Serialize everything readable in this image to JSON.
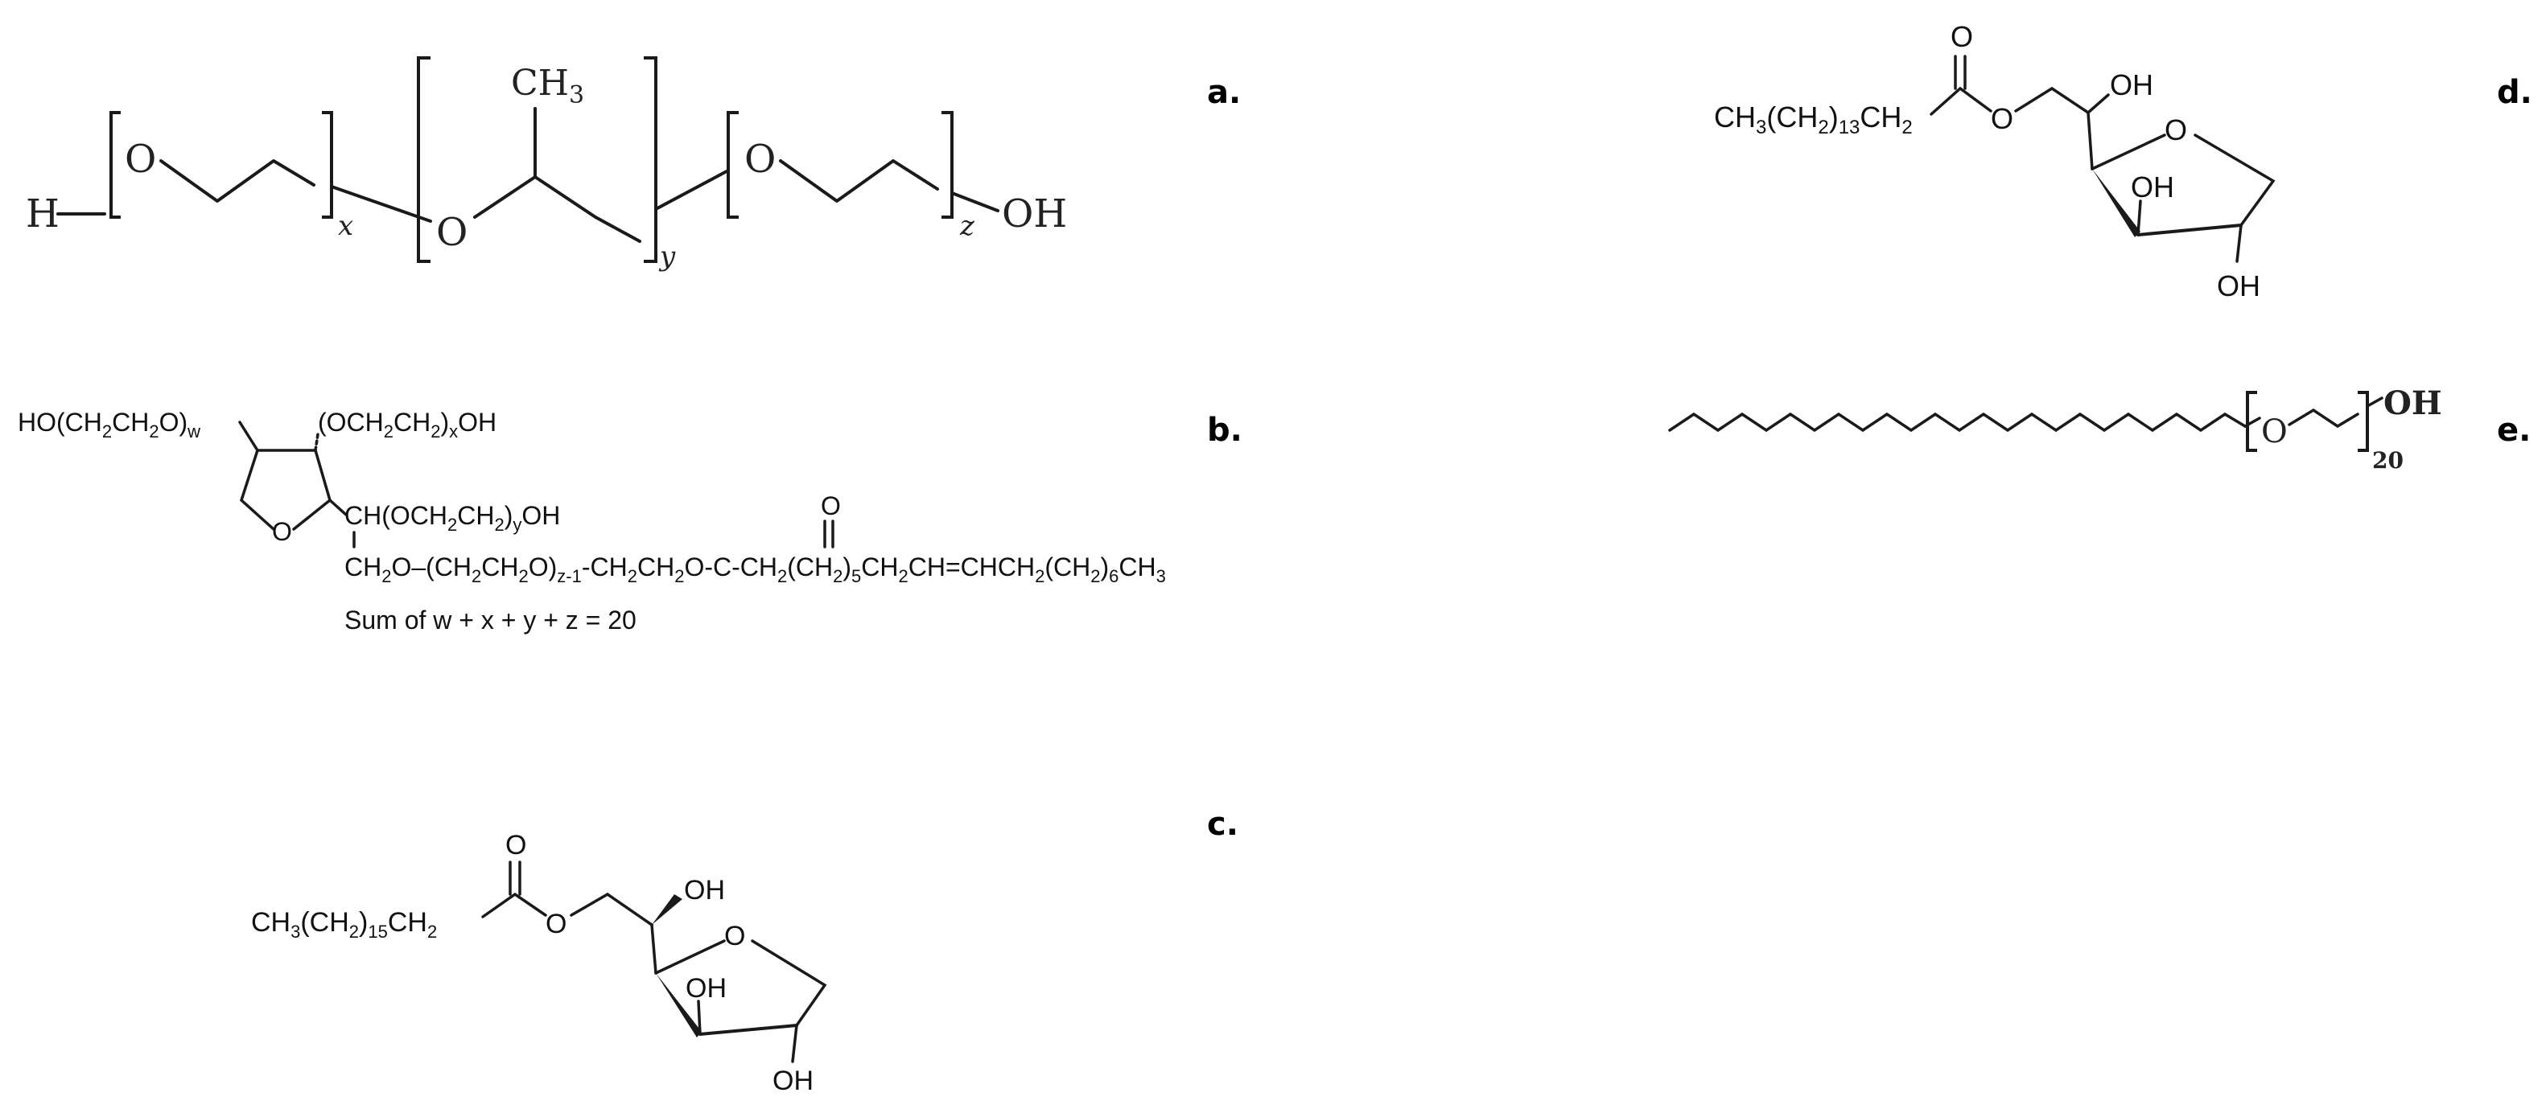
{
  "labels": {
    "a": "a.",
    "b": "b.",
    "c": "c.",
    "d": "d.",
    "e": "e."
  },
  "struct_a": {
    "h": "H",
    "o1": "O",
    "x": "x",
    "ch3": "CH3",
    "o2": "O",
    "y": "y",
    "o3": "O",
    "z": "z",
    "oh": "OH"
  },
  "struct_b": {
    "ho_chain_lead": "HO(CH",
    "ho_chain_sub": "2",
    "ho_chain_mid": "CH",
    "ho_chain_sub2": "2",
    "ho_chain_tail": "O)",
    "ho_chain_w": "w",
    "och_lead": "(OCH",
    "och_sub": "2",
    "och_mid": "CH",
    "och_sub2": "2",
    "och_tail": ")",
    "och_x": "x",
    "och_oh": "OH",
    "ring_o": "O",
    "ch_lead": "CH(OCH",
    "ch_sub": "2",
    "ch_mid": "CH",
    "ch_sub2": "2",
    "ch_tail": ")",
    "ch_y": "y",
    "ch_oh": "OH",
    "carbonyl_o": "O",
    "main_chain_1": "CH",
    "main_chain_1s": "2",
    "main_chain_2": "O–(CH",
    "main_chain_2s": "2",
    "main_chain_3": "CH",
    "main_chain_3s": "2",
    "main_chain_4": "O)",
    "main_chain_z": "z-1",
    "main_chain_5": "-CH",
    "main_chain_5s": "2",
    "main_chain_6": "CH",
    "main_chain_6s": "2",
    "main_chain_7": "O-C-CH",
    "main_chain_7s": "2",
    "main_chain_8": "(CH",
    "main_chain_8s": "2",
    "main_chain_9": ")",
    "main_chain_9s": "5",
    "main_chain_10": "CH",
    "main_chain_10s": "2",
    "main_chain_11": "CH=CHCH",
    "main_chain_11s": "2",
    "main_chain_12": "(CH",
    "main_chain_12s": "2",
    "main_chain_13": ")",
    "main_chain_13s": "6",
    "main_chain_14": "CH",
    "main_chain_14s": "3",
    "sum_note": "Sum of w + x + y + z  = 20"
  },
  "struct_c": {
    "chain_1": "CH",
    "chain_1s": "3",
    "chain_2": "(CH",
    "chain_2s": "2",
    "chain_3": ")",
    "chain_3s": "15",
    "chain_4": "CH",
    "chain_4s": "2",
    "carbonyl_o": "O",
    "ester_o": "O",
    "oh_top": "OH",
    "ring_o": "O",
    "oh_mid": "OH",
    "oh_bottom": "OH"
  },
  "struct_d": {
    "chain_1": "CH",
    "chain_1s": "3",
    "chain_2": "(CH",
    "chain_2s": "2",
    "chain_3": ")",
    "chain_3s": "13",
    "chain_4": "CH",
    "chain_4s": "2",
    "carbonyl_o": "O",
    "ester_o": "O",
    "oh_top": "OH",
    "ring_o": "O",
    "oh_mid": "OH",
    "oh_bottom": "OH"
  },
  "struct_e": {
    "o": "O",
    "oh": "OH",
    "n": "20"
  }
}
